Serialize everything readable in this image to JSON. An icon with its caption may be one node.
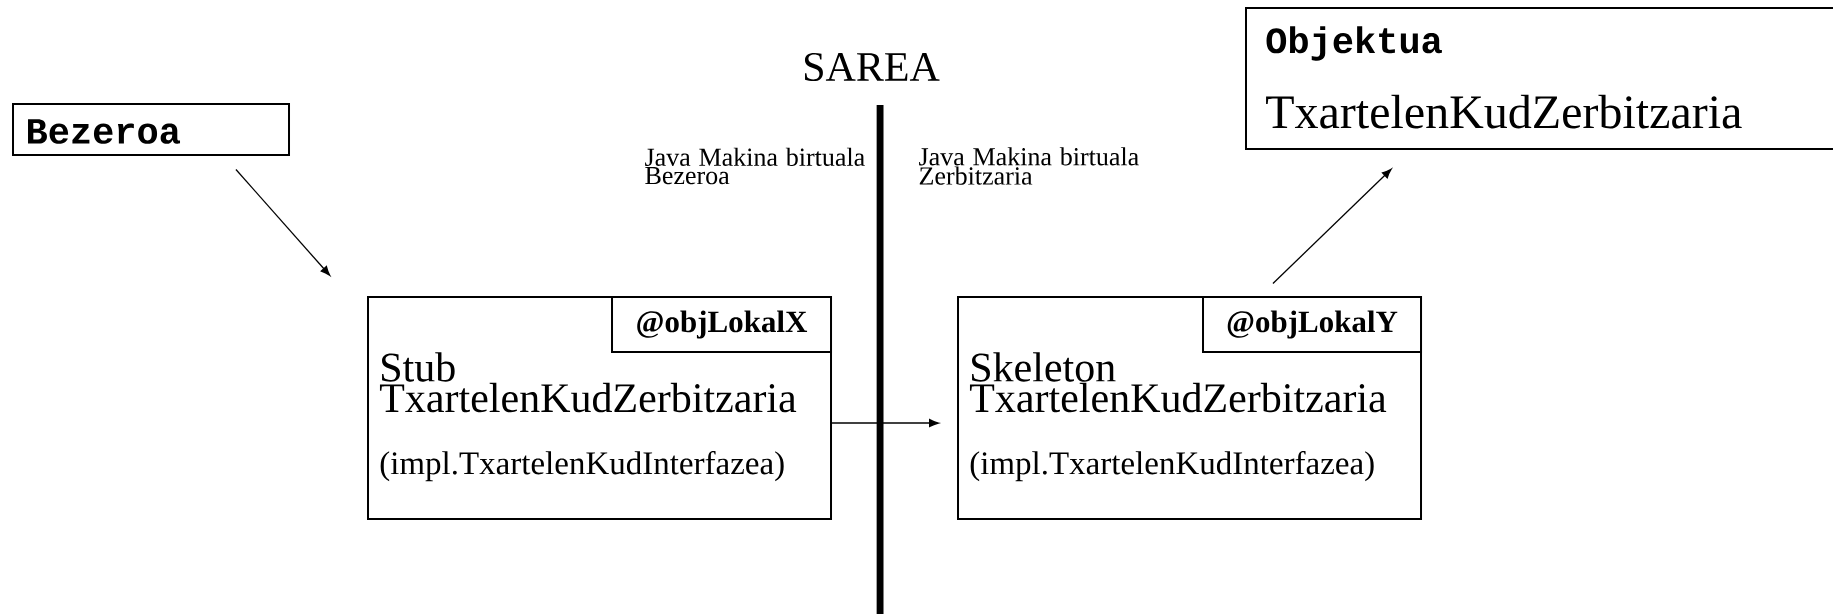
{
  "diagram": {
    "nodes": [
      {
        "text": [
          "Bezeroa"
        ]
      },
      {
        "text": [
          "Objektua",
          "TxartelenKudZerbitzaria"
        ]
      },
      {
        "text": [
          "Stub TxartelenKudZerbitzaria",
          "(impl.TxartelenKudInterfazea)"
        ]
      },
      {
        "text": [
          "@objLokalX"
        ],
        "in": 2
      },
      {
        "text": [
          "Skeleton TxartelenKudZerbitzaria",
          "(impl.TxartelenKudInterfazea)"
        ]
      },
      {
        "text": [
          "@objLokalY"
        ],
        "in": 4
      }
    ],
    "edges": [
      {
        "from": 0,
        "to": 2,
        "arrow": "to"
      },
      {
        "from": 2,
        "to": 4,
        "arrow": "to"
      },
      {
        "from": 4,
        "to": 1,
        "arrow": "to"
      }
    ],
    "labels": [
      "SAREA",
      "Java Makina birtuala Bezeroa",
      "Java Makina birtuala Zerbitzaria"
    ]
  }
}
